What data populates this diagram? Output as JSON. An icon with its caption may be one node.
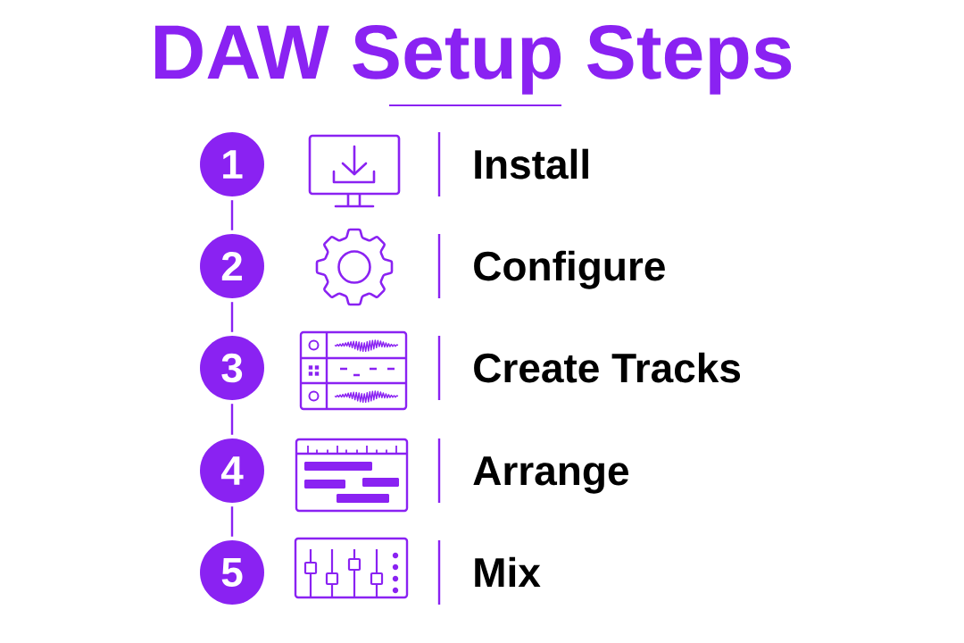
{
  "diagram": {
    "title": "DAW Setup Steps",
    "nodes": [
      {
        "text": [
          "1"
        ]
      },
      {
        "text": [
          "2"
        ]
      },
      {
        "text": [
          "3"
        ]
      },
      {
        "text": [
          "4"
        ]
      },
      {
        "text": [
          "5"
        ]
      }
    ],
    "edges": [
      {
        "from": 0,
        "to": 1,
        "arrow": "none"
      },
      {
        "from": 1,
        "to": 2,
        "arrow": "none"
      },
      {
        "from": 2,
        "to": 3,
        "arrow": "none"
      },
      {
        "from": 3,
        "to": 4,
        "arrow": "none"
      }
    ],
    "labels": [
      "Install",
      "Configure",
      "Create Tracks",
      "Arrange",
      "Mix"
    ]
  }
}
